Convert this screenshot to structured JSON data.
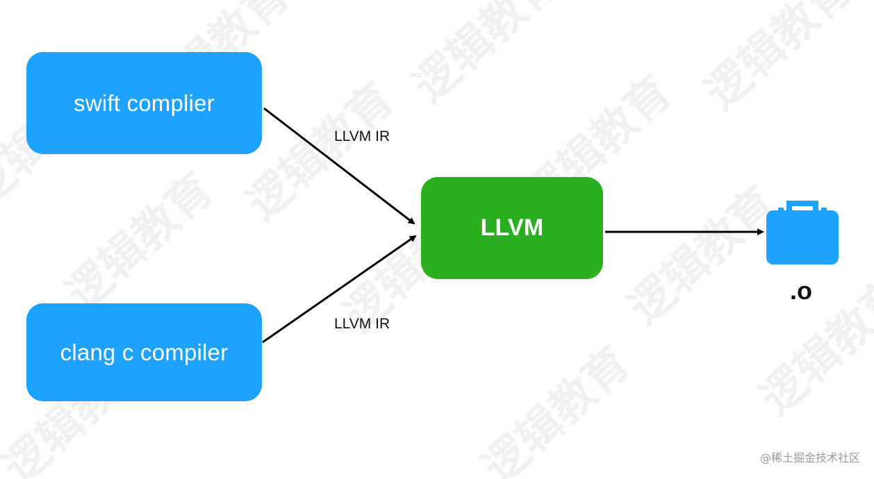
{
  "nodes": {
    "swift": "swift complier",
    "clang": "clang c compiler",
    "llvm": "LLVM",
    "object": ".o"
  },
  "edges": {
    "top_label": "LLVM IR",
    "bottom_label": "LLVM IR"
  },
  "watermark": {
    "text": "逻辑教育"
  },
  "credit": "@稀土掘金技术社区",
  "colors": {
    "blue": "#1da2ff",
    "green": "#2baf20",
    "arrow": "#000000",
    "watermark": "#f1f1f1"
  },
  "icons": {
    "object_file": "briefcase-icon"
  }
}
